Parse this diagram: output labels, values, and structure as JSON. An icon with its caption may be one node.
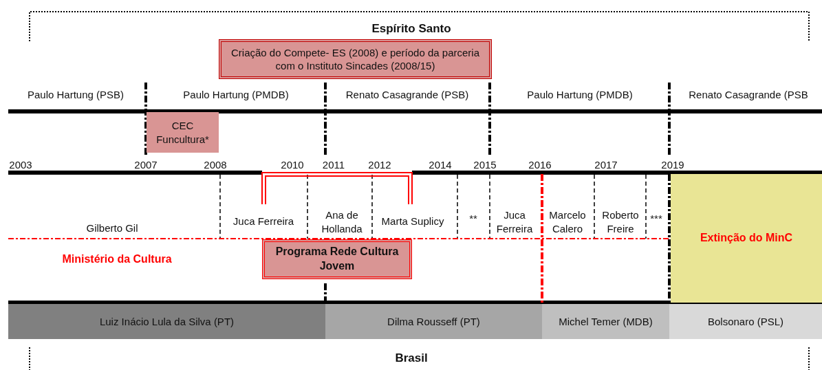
{
  "diagram": {
    "nodes": [
      {
        "text": [
          "Criação do Compete- ES (2008) e período da parceria com o Instituto Sincades (2008/15)"
        ]
      },
      {
        "text": [
          "CEC Funcultura*"
        ]
      },
      {
        "text": [
          "Programa Rede Cultura Jovem"
        ]
      },
      {
        "text": [
          "Extinção do MinC"
        ]
      },
      {
        "text": [
          "Luiz Inácio Lula da Silva (PT)"
        ]
      },
      {
        "text": [
          "Dilma Rousseff (PT)"
        ]
      },
      {
        "text": [
          "Michel Temer (MDB)"
        ]
      },
      {
        "text": [
          "Bolsonaro (PSL)"
        ]
      }
    ],
    "labels": [
      "Espírito Santo",
      "Paulo Hartung (PSB)",
      "Paulo Hartung (PMDB)",
      "Renato Casagrande (PSB)",
      "Paulo Hartung (PMDB)",
      "Renato Casagrande (PSB",
      "2003",
      "2007",
      "2008",
      "2010",
      "2011",
      "2012",
      "2014",
      "2015",
      "2016",
      "2017",
      "2019",
      "Gilberto Gil",
      "Juca Ferreira",
      "Ana de Hollanda",
      "Marta Suplicy",
      "**",
      "Juca Ferreira",
      "Marcelo Calero",
      "Roberto Freire",
      "***",
      "Ministério da Cultura",
      "Brasil"
    ]
  }
}
